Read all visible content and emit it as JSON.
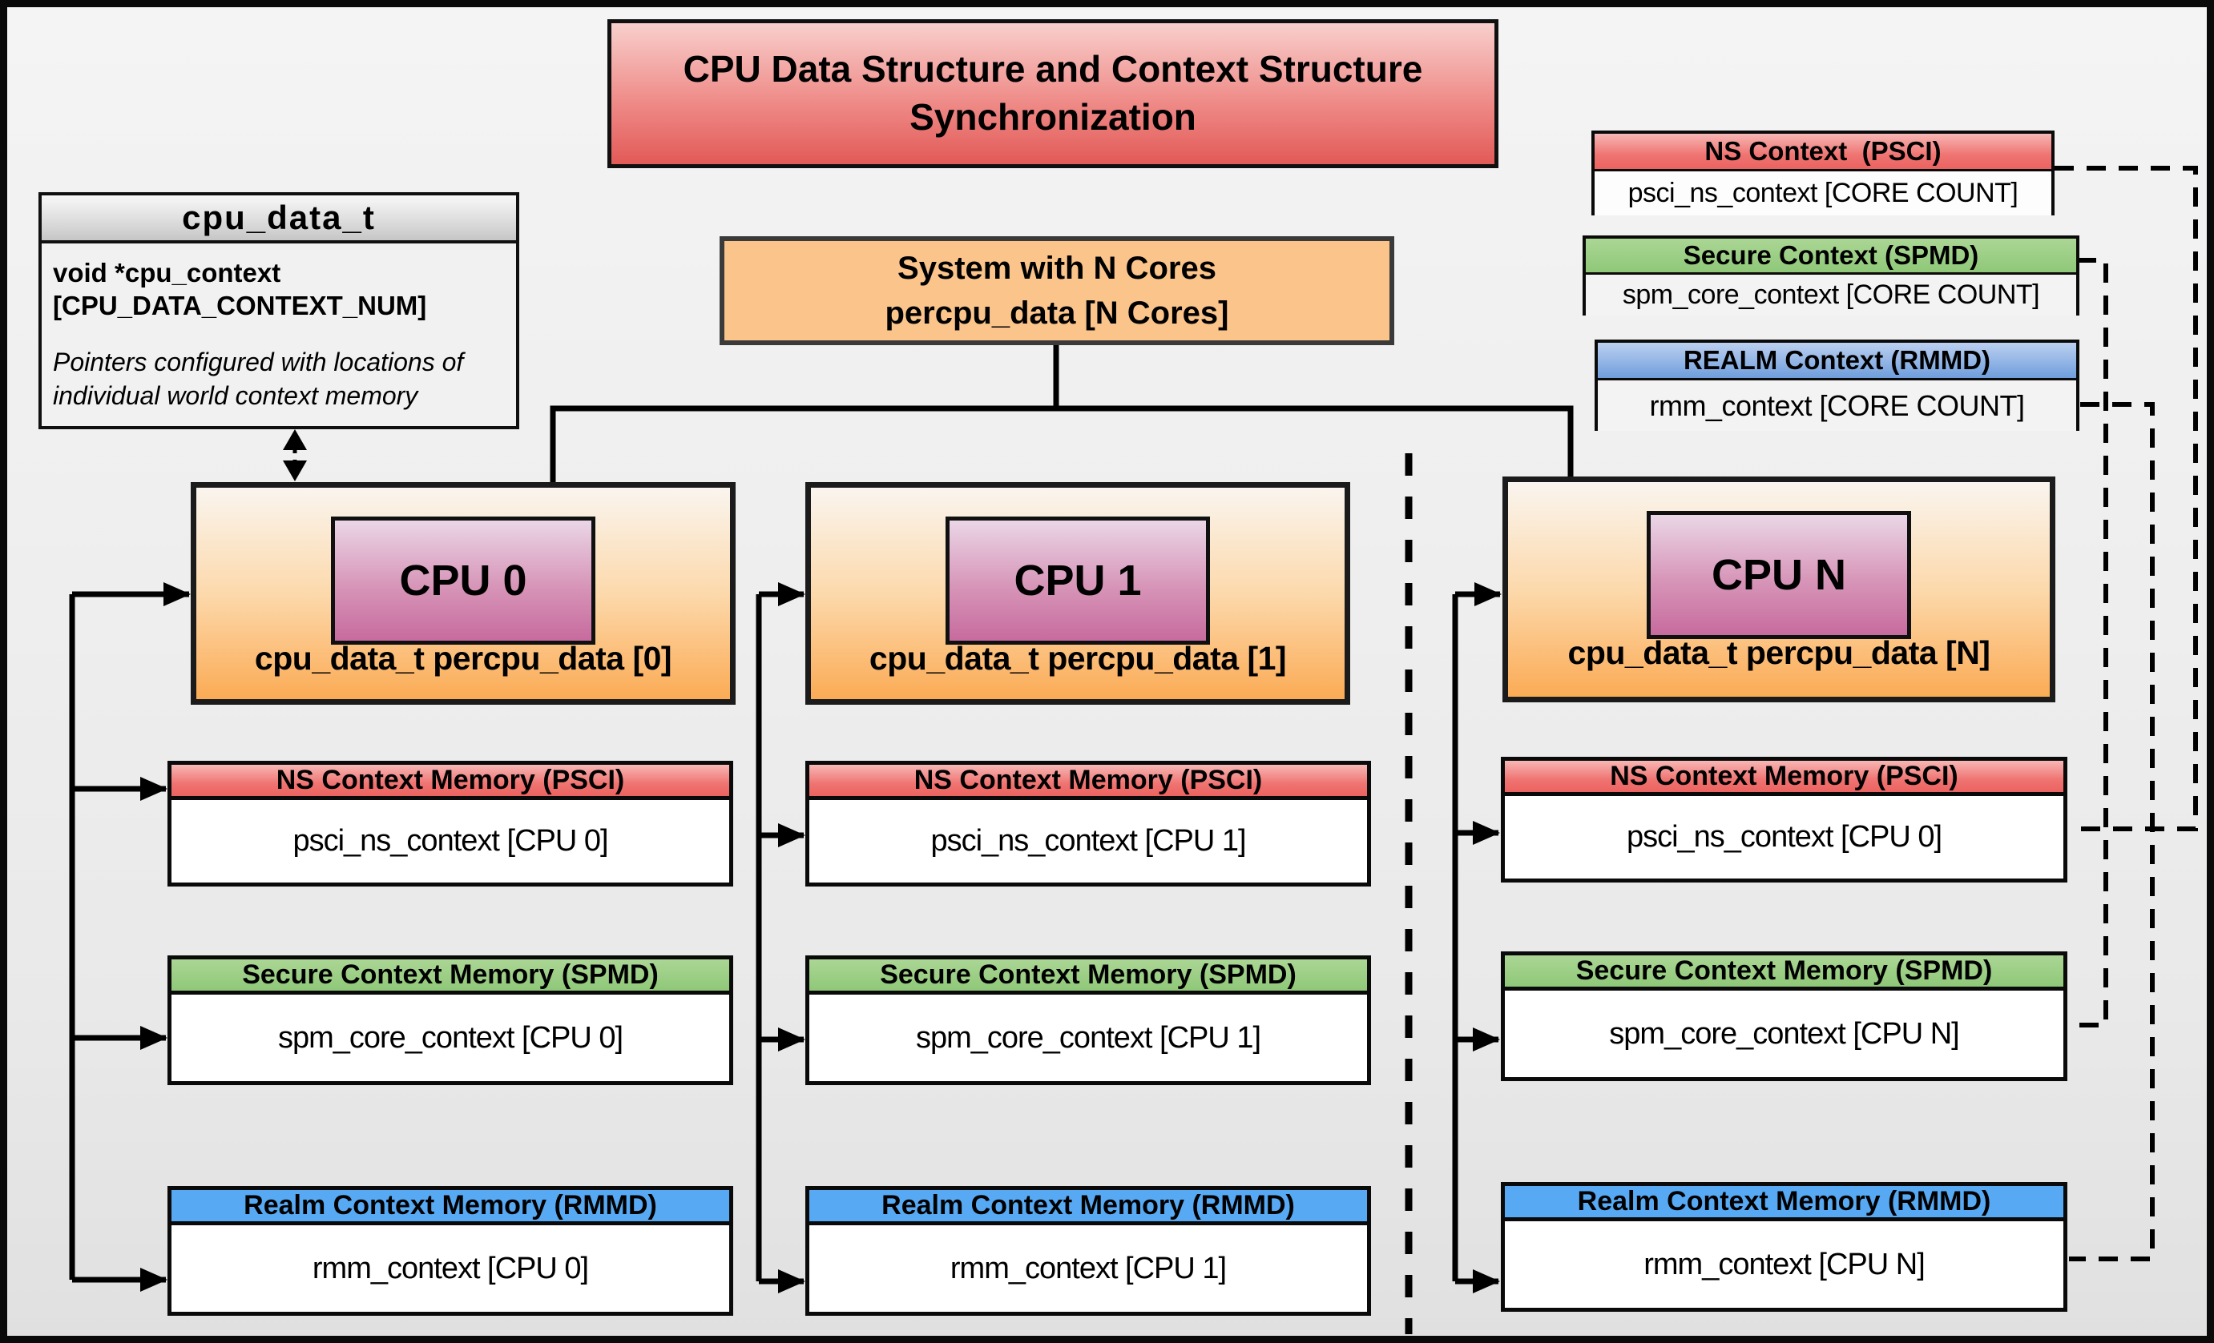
{
  "title": "CPU Data Structure and Context Structure Synchronization",
  "struct_box": {
    "header": "cpu_data_t",
    "field_line1": "void  *cpu_context",
    "field_line2": "[CPU_DATA_CONTEXT_NUM]",
    "note": "Pointers configured with locations of individual world context memory"
  },
  "system_box": {
    "line1": "System with N Cores",
    "line2": "percpu_data [N Cores]"
  },
  "legend": [
    {
      "header": "NS Context  (PSCI)",
      "body": "psci_ns_context [CORE COUNT]"
    },
    {
      "header": "Secure Context (SPMD)",
      "body": "spm_core_context [CORE COUNT]"
    },
    {
      "header": "REALM Context (RMMD)",
      "body": "rmm_context [CORE COUNT]"
    }
  ],
  "cpus": [
    {
      "badge": "CPU 0",
      "data_label": "cpu_data_t percpu_data [0]",
      "contexts": [
        {
          "header": "NS Context Memory (PSCI)",
          "body": "psci_ns_context [CPU 0]"
        },
        {
          "header": "Secure Context Memory (SPMD)",
          "body": "spm_core_context [CPU 0]"
        },
        {
          "header": "Realm Context Memory (RMMD)",
          "body": "rmm_context [CPU 0]"
        }
      ]
    },
    {
      "badge": "CPU 1",
      "data_label": "cpu_data_t percpu_data [1]",
      "contexts": [
        {
          "header": "NS Context Memory (PSCI)",
          "body": "psci_ns_context [CPU 1]"
        },
        {
          "header": "Secure Context Memory (SPMD)",
          "body": "spm_core_context [CPU 1]"
        },
        {
          "header": "Realm Context Memory (RMMD)",
          "body": "rmm_context [CPU 1]"
        }
      ]
    },
    {
      "badge": "CPU N",
      "data_label": "cpu_data_t percpu_data [N]",
      "contexts": [
        {
          "header": "NS Context Memory (PSCI)",
          "body": "psci_ns_context [CPU 0]"
        },
        {
          "header": "Secure Context Memory (SPMD)",
          "body": "spm_core_context [CPU N]"
        },
        {
          "header": "Realm Context Memory (RMMD)",
          "body": "rmm_context [CPU N]"
        }
      ]
    }
  ],
  "colors": {
    "title_red": "#e25a57",
    "system_orange": "#fac48b",
    "cpu_orange": "#fbab55",
    "badge_pink": "#c76b9e",
    "ns_red": "#ef7472",
    "secure_green": "#8fc878",
    "realm_blue": "#57a9f3",
    "wire_black": "#000000"
  }
}
